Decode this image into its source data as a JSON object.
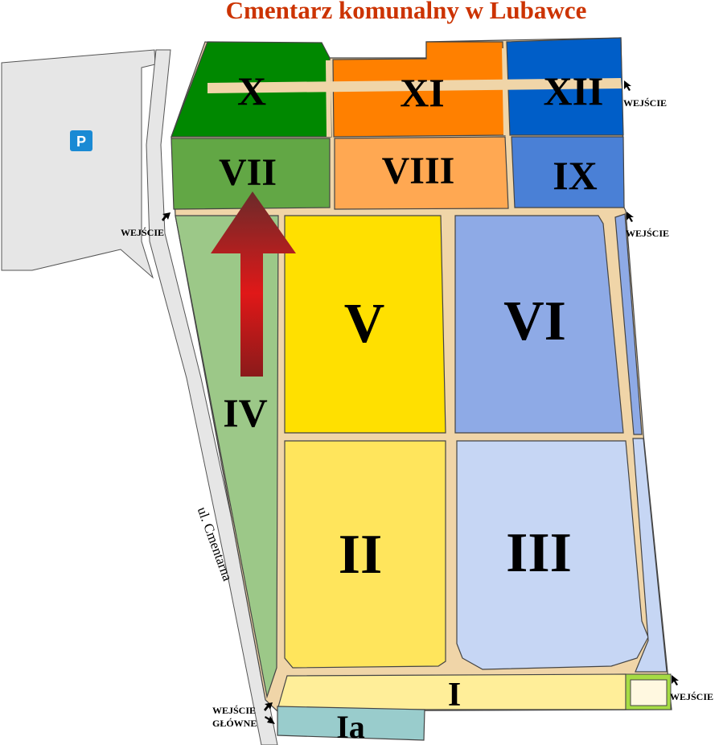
{
  "title": "Cmentarz komunalny w Lubawce",
  "colors": {
    "title": "#cc3300",
    "path": "#f0d5a8",
    "road": "#e6e6e6",
    "parking_sign": "#1a8ad4"
  },
  "parking": {
    "label": "P",
    "icon": "parking-icon"
  },
  "street": {
    "label": "ul. Cmentarna"
  },
  "sections": {
    "X": {
      "label": "X",
      "color": "#008800"
    },
    "XI": {
      "label": "XI",
      "color": "#ff8000"
    },
    "XII": {
      "label": "XII",
      "color": "#005ec8"
    },
    "VII": {
      "label": "VII",
      "color": "#62a745"
    },
    "VIII": {
      "label": "VIII",
      "color": "#ffa852"
    },
    "IX": {
      "label": "IX",
      "color": "#4a80d6"
    },
    "IV": {
      "label": "IV",
      "color": "#9cc888"
    },
    "V": {
      "label": "V",
      "color": "#ffe000"
    },
    "VI": {
      "label": "VI",
      "color": "#8eaae6"
    },
    "II": {
      "label": "II",
      "color": "#ffe55c"
    },
    "III": {
      "label": "III",
      "color": "#c6d6f4"
    },
    "I": {
      "label": "I",
      "color": "#ffee99"
    },
    "Ia": {
      "label": "Ia",
      "color": "#99cccc"
    }
  },
  "entrances": {
    "ne": "WEJŚCIE",
    "west": "WEJŚCIE",
    "east": "WEJŚCIE",
    "se": "WEJŚCIE",
    "main_line1": "WEJŚCIE",
    "main_line2": "GŁÓWNE"
  }
}
